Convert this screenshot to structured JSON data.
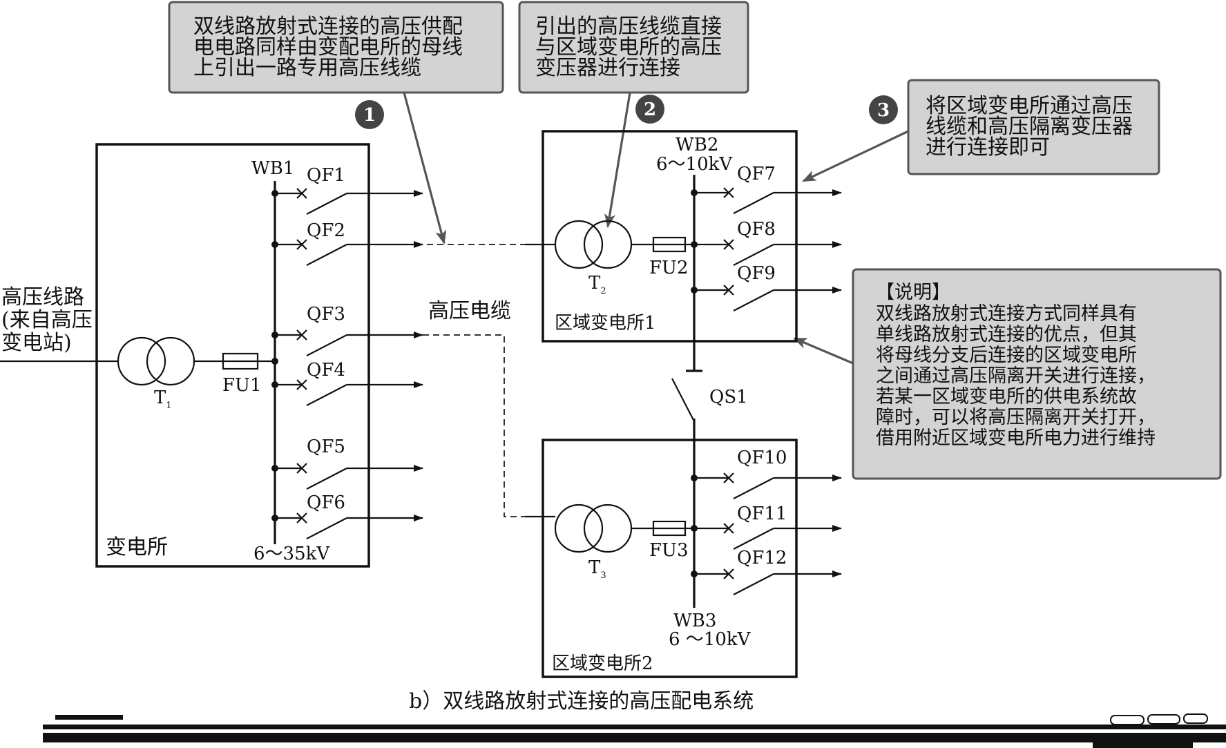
{
  "callouts": [
    {
      "num": "1",
      "lines": [
        "双线路放射式连接的高压供配",
        "电电路同样由变配电所的母线",
        "上引出一路专用高压线缆"
      ]
    },
    {
      "num": "2",
      "lines": [
        "引出的高压线缆直接",
        "与区域变电所的高压",
        "变压器进行连接"
      ]
    },
    {
      "num": "3",
      "lines": [
        "将区域变电所通过高压",
        "线缆和高压隔离变压器",
        "进行连接即可"
      ]
    }
  ],
  "note": {
    "title": "【说明】",
    "lines": [
      "双线路放射式连接方式同样具有",
      "单线路放射式连接的优点，但其",
      "将母线分支后连接的区域变电所",
      "之间通过高压隔离开关进行连接，",
      "若某一区域变电所的供电系统故",
      "障时，可以将高压隔离开关打开，",
      "借用附近区域变电所电力进行维持"
    ]
  },
  "input": {
    "lines": [
      "高压线路",
      "(来自高压",
      "变电站)"
    ]
  },
  "substation": {
    "name": "变电所",
    "bus": "WB1",
    "voltage": "6～35kV",
    "transformer": "T",
    "transformer_sub": "1",
    "fuse": "FU1",
    "breakers": [
      "QF1",
      "QF2",
      "QF3",
      "QF4",
      "QF5",
      "QF6"
    ]
  },
  "cable_label": "高压电缆",
  "regional1": {
    "name": "区域变电所1",
    "bus": "WB2",
    "voltage": "6～10kV",
    "transformer": "T",
    "transformer_sub": "2",
    "fuse": "FU2",
    "breakers": [
      "QF7",
      "QF8",
      "QF9"
    ]
  },
  "isolator": "QS1",
  "regional2": {
    "name": "区域变电所2",
    "bus": "WB3",
    "voltage": "6 ～10kV",
    "transformer": "T",
    "transformer_sub": "3",
    "fuse": "FU3",
    "breakers": [
      "QF10",
      "QF11",
      "QF12"
    ]
  },
  "caption": "b）双线路放射式连接的高压配电系统"
}
